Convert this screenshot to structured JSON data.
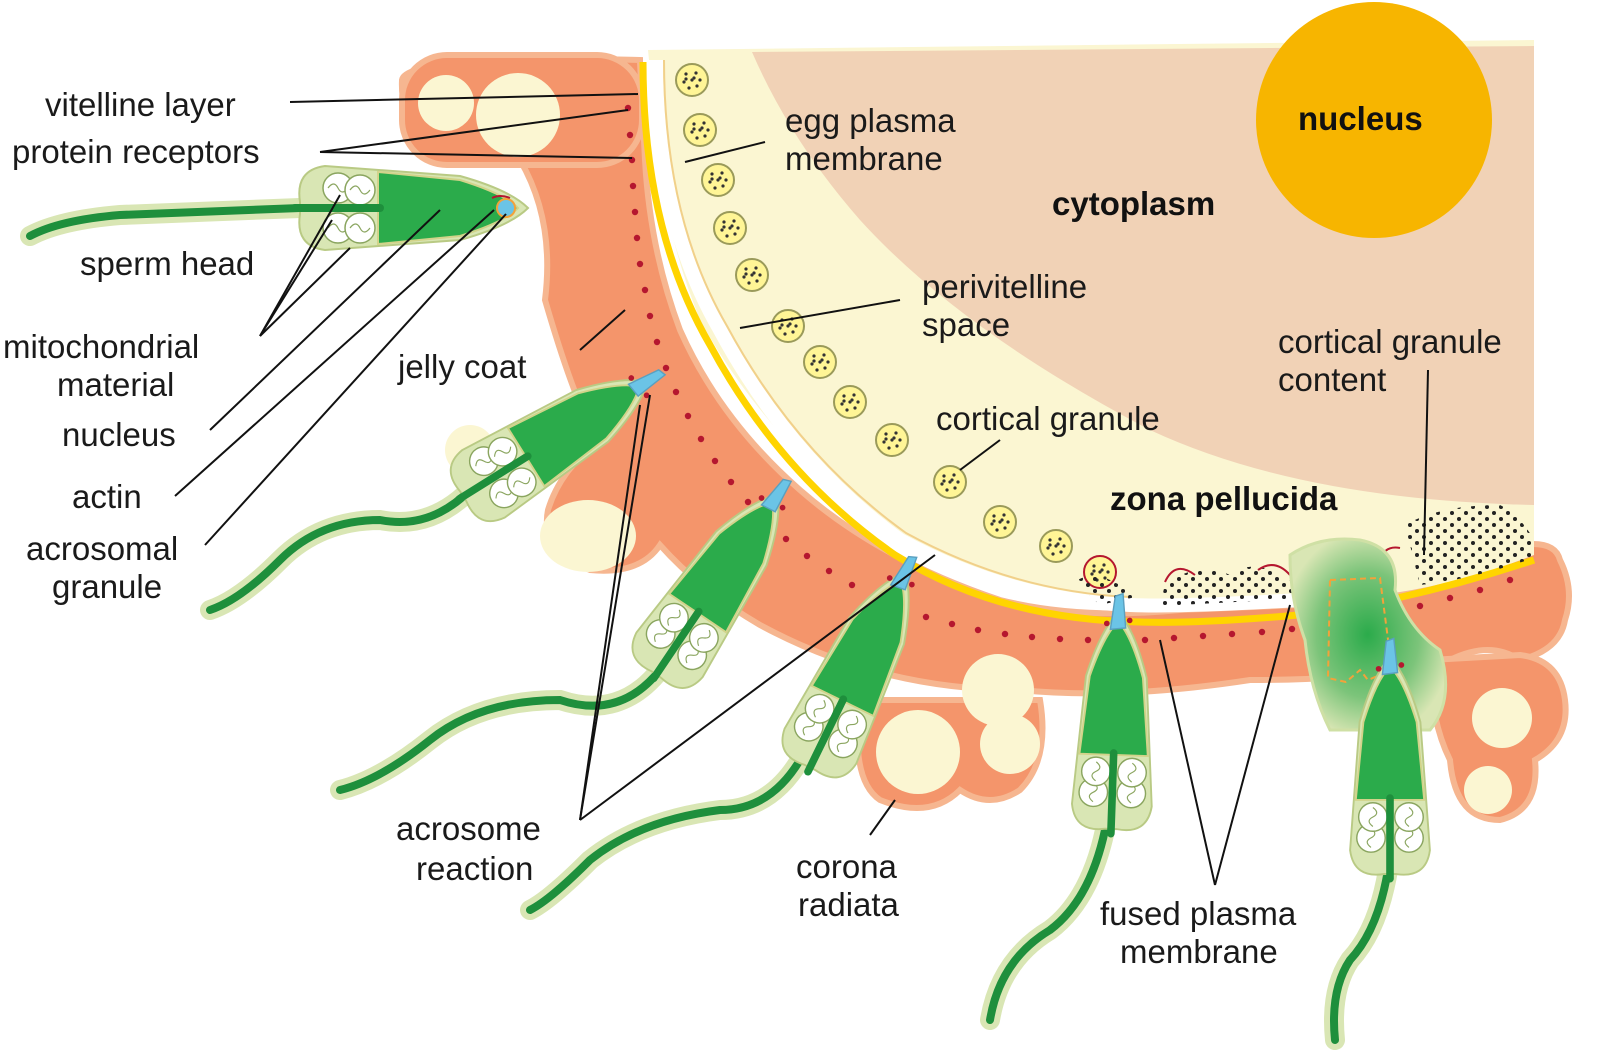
{
  "colors": {
    "jelly_coat": "#f4956b",
    "jelly_edge": "#f6b690",
    "zona": "#fbf6d2",
    "cytoplasm": "#f1d2b6",
    "nucleus": "#f7b500",
    "vitelline": "#ffd400",
    "receptor": "#b5172f",
    "sperm_dark": "#2bab4b",
    "sperm_light": "#d9e6b4",
    "sperm_tail": "#1e8f3c",
    "granule": "#fff596",
    "actin": "#6bc4e6"
  },
  "labels": {
    "vitelline_layer": "vitelline layer",
    "protein_receptors": "protein receptors",
    "sperm_head": "sperm head",
    "mitochondrial_line1": "mitochondrial",
    "mitochondrial_line2": "material",
    "nucleus_sperm": "nucleus",
    "actin": "actin",
    "acrosomal_line1": "acrosomal",
    "acrosomal_line2": "granule",
    "jelly_coat": "jelly coat",
    "egg_pm_line1": "egg plasma",
    "egg_pm_line2": "membrane",
    "cytoplasm": "cytoplasm",
    "nucleus_egg": "nucleus",
    "perivitelline_line1": "perivitelline",
    "perivitelline_line2": "space",
    "cortical_granule": "cortical granule",
    "cgc_line1": "cortical granule",
    "cgc_line2": "content",
    "zona_pellucida": "zona pellucida",
    "acrosome_line1": "acrosome",
    "acrosome_line2": "reaction",
    "corona_line1": "corona",
    "corona_line2": "radiata",
    "fused_line1": "fused plasma",
    "fused_line2": "membrane"
  }
}
